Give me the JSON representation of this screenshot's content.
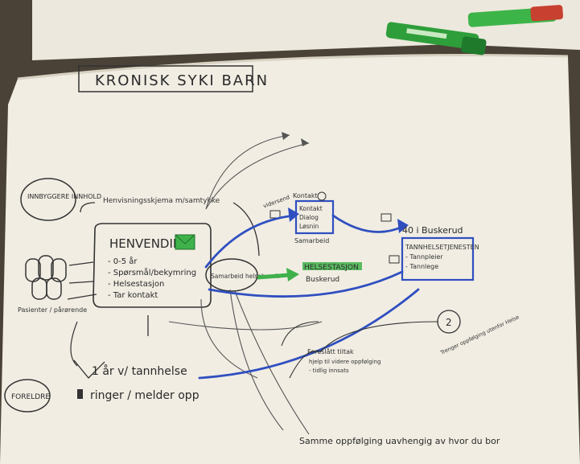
{
  "sketch": {
    "title": "KRONISK SYKI BARN",
    "inhabitants": "INNBYGGERE INNHOLD",
    "pictograms_label": "Pasienter / pårørende",
    "box_title": "HENVENDING",
    "box_lines": [
      "- 0-5 år",
      "- Spørsmål/bekymring",
      "- Helsestasjon",
      "- Tar kontakt"
    ],
    "referral": "Henvisningsskjema m/samtykke",
    "hub": "Samarbeid helsebesøk",
    "arrow_label": "vidersend",
    "contact_box": [
      "Kontakt",
      "Dialog",
      "Løsnin"
    ],
    "contact_label": "Kontakt",
    "contact_note": "Samarbeid",
    "green_label": "HELSESTASJON",
    "green_sub": "Buskerud",
    "right_heading": "40 i Buskerud",
    "right_box": [
      "TANNHELSETJENESTEN",
      "- Tannpleier",
      "- Tannlege"
    ],
    "follow_lines": [
      "Foreslått tiltak",
      "hjelp til videre oppfølging",
      "- tidlig innsats"
    ],
    "circle_label": "2",
    "circle_note": "Trenger oppfølging utenfor Helse",
    "pastel_year": "1 år v/ tannhelse",
    "pastel_call": "ringer / melder opp",
    "parent": "FORELDRE",
    "bottom": "Samme oppfølging uavhengig av hvor du bor"
  },
  "colors": {
    "paper": "#f1ede3",
    "ink": "#2a2a2a",
    "blue_ink": "#2f4fc0",
    "green": "#3fb14a",
    "marker_green": "#2e9e3a",
    "marker_cap": "#1f7a2c"
  }
}
